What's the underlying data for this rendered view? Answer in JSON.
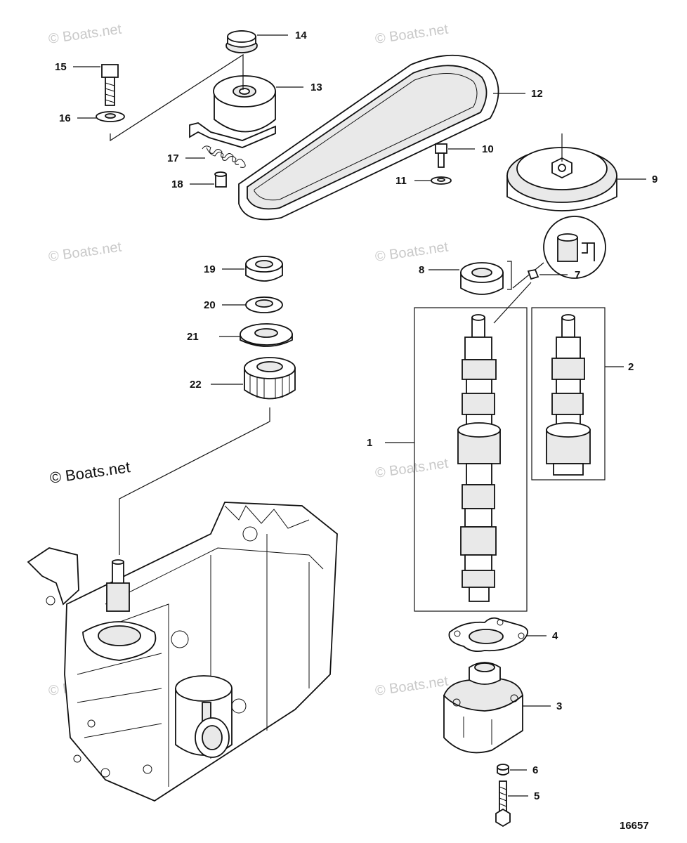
{
  "watermark_text": "© Boats.net",
  "diagram_code": "16657",
  "part_numbers": {
    "p1": "1",
    "p2": "2",
    "p3": "3",
    "p4": "4",
    "p5": "5",
    "p6": "6",
    "p7": "7",
    "p8": "8",
    "p9": "9",
    "p10": "10",
    "p11": "11",
    "p12": "12",
    "p13": "13",
    "p14": "14",
    "p15": "15",
    "p16": "16",
    "p17": "17",
    "p18": "18",
    "p19": "19",
    "p20": "20",
    "p21": "21",
    "p22": "22"
  },
  "colors": {
    "line": "#111111",
    "watermark": "#c9c9c9",
    "background": "#ffffff"
  }
}
